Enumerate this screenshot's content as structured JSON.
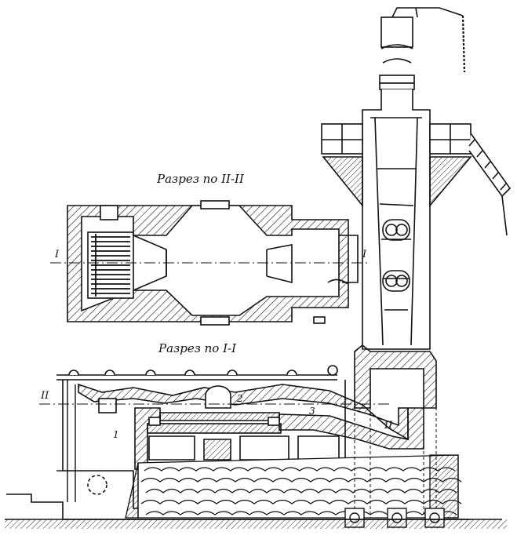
{
  "diagram": {
    "section_top_caption": "Разрез по II-II",
    "section_bottom_caption": "Разрез по I-I",
    "cut_marks": {
      "left_I": "I",
      "right_I": "I",
      "left_II": "II",
      "right_II": "II"
    },
    "zone_labels": {
      "zone_1": "1",
      "zone_2": "2",
      "zone_3": "3"
    },
    "colors": {
      "ink": "#111111",
      "paper": "#ffffff"
    }
  }
}
